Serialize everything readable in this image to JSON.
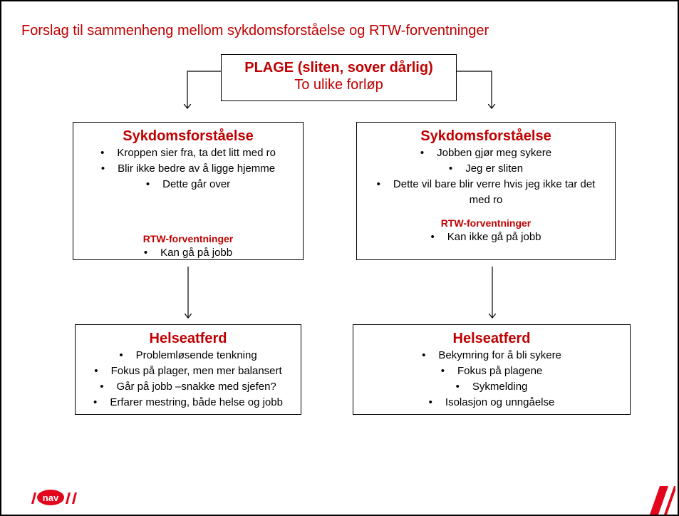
{
  "slide_title": "Forslag til sammenheng mellom sykdomsforståelse og RTW-forventninger",
  "top_box": {
    "heading": "PLAGE (sliten, sover dårlig)",
    "subheading": "To ulike forløp"
  },
  "left_understanding": {
    "heading": "Sykdomsforståelse",
    "items": [
      "Kroppen sier fra, ta det litt med ro",
      "Blir ikke bedre av å ligge hjemme",
      "Dette går over"
    ],
    "rtw_heading": "RTW-forventninger",
    "rtw_items": [
      "Kan gå på jobb"
    ]
  },
  "right_understanding": {
    "heading": "Sykdomsforståelse",
    "items": [
      "Jobben gjør meg sykere",
      "Jeg er sliten",
      "Dette vil bare blir verre hvis jeg ikke tar det med ro"
    ],
    "rtw_heading": "RTW-forventninger",
    "rtw_items": [
      "Kan ikke gå på jobb"
    ]
  },
  "left_behavior": {
    "heading": "Helseatferd",
    "items": [
      "Problemløsende tenkning",
      "Fokus på plager, men mer balansert",
      "Går på jobb –snakke med sjefen?",
      "Erfarer mestring, både helse og jobb"
    ]
  },
  "right_behavior": {
    "heading": "Helseatferd",
    "items": [
      "Bekymring for å bli sykere",
      "Fokus på plagene",
      "Sykmelding",
      "Isolasjon og unngåelse"
    ]
  },
  "logo_text": "nav",
  "colors": {
    "accent": "#c00000",
    "logo_red": "#e3051b",
    "text": "#000000"
  }
}
